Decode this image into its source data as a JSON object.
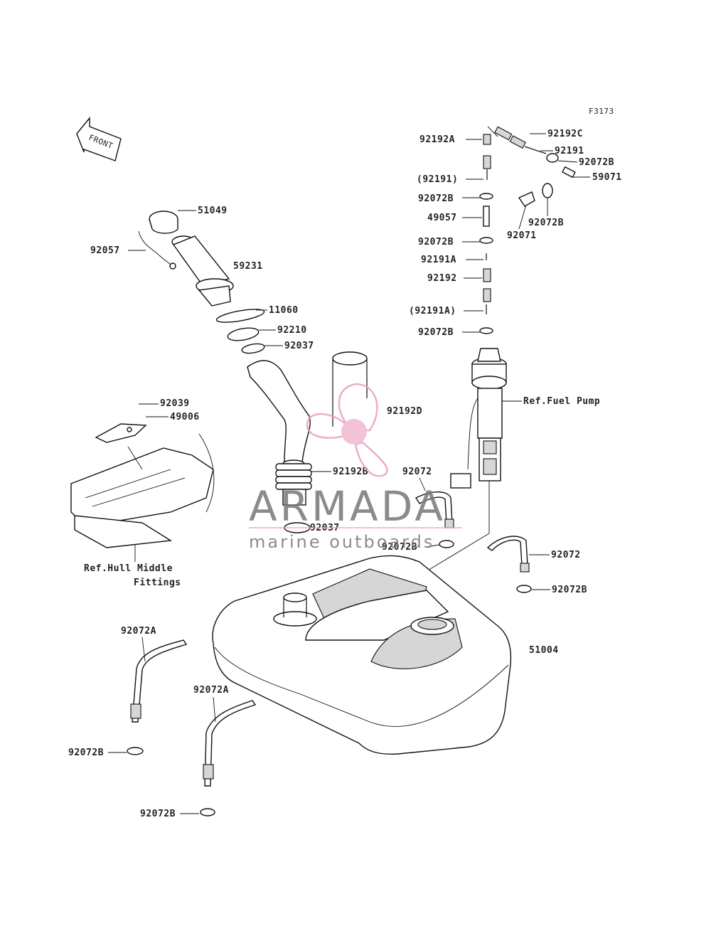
{
  "figure_code": "F3173",
  "front_label": "FRONT",
  "watermark": {
    "brand": "ARMADA",
    "tagline": "marine outboards",
    "color": "#e8a0c0"
  },
  "parts": {
    "p92192A": "92192A",
    "p92192C": "92192C",
    "p92191": "92191",
    "p92072B_1": "92072B",
    "p92191_paren": "(92191)",
    "p59071": "59071",
    "p92072B_2": "92072B",
    "p49057": "49057",
    "p92072B_3": "92072B",
    "p92072B_4": "92072B",
    "p92071": "92071",
    "p92191A": "92191A",
    "p92192": "92192",
    "p92191A_paren": "(92191A)",
    "p92072B_5": "92072B",
    "p51049": "51049",
    "p92057": "92057",
    "p59231": "59231",
    "p11060": "11060",
    "p92210": "92210",
    "p92037_1": "92037",
    "p92192D": "92192D",
    "ref_fuel_pump": "Ref.Fuel Pump",
    "p92039": "92039",
    "p49006": "49006",
    "p92192B": "92192B",
    "p92072_1": "92072",
    "p92037_2": "92037",
    "p92072B_6": "92072B",
    "p92072_2": "92072",
    "p92072B_7": "92072B",
    "ref_hull_1": "Ref.Hull Middle",
    "ref_hull_2": "Fittings",
    "p51004": "51004",
    "p92072A_1": "92072A",
    "p92072A_2": "92072A",
    "p92072B_8": "92072B",
    "p92072B_9": "92072B"
  }
}
